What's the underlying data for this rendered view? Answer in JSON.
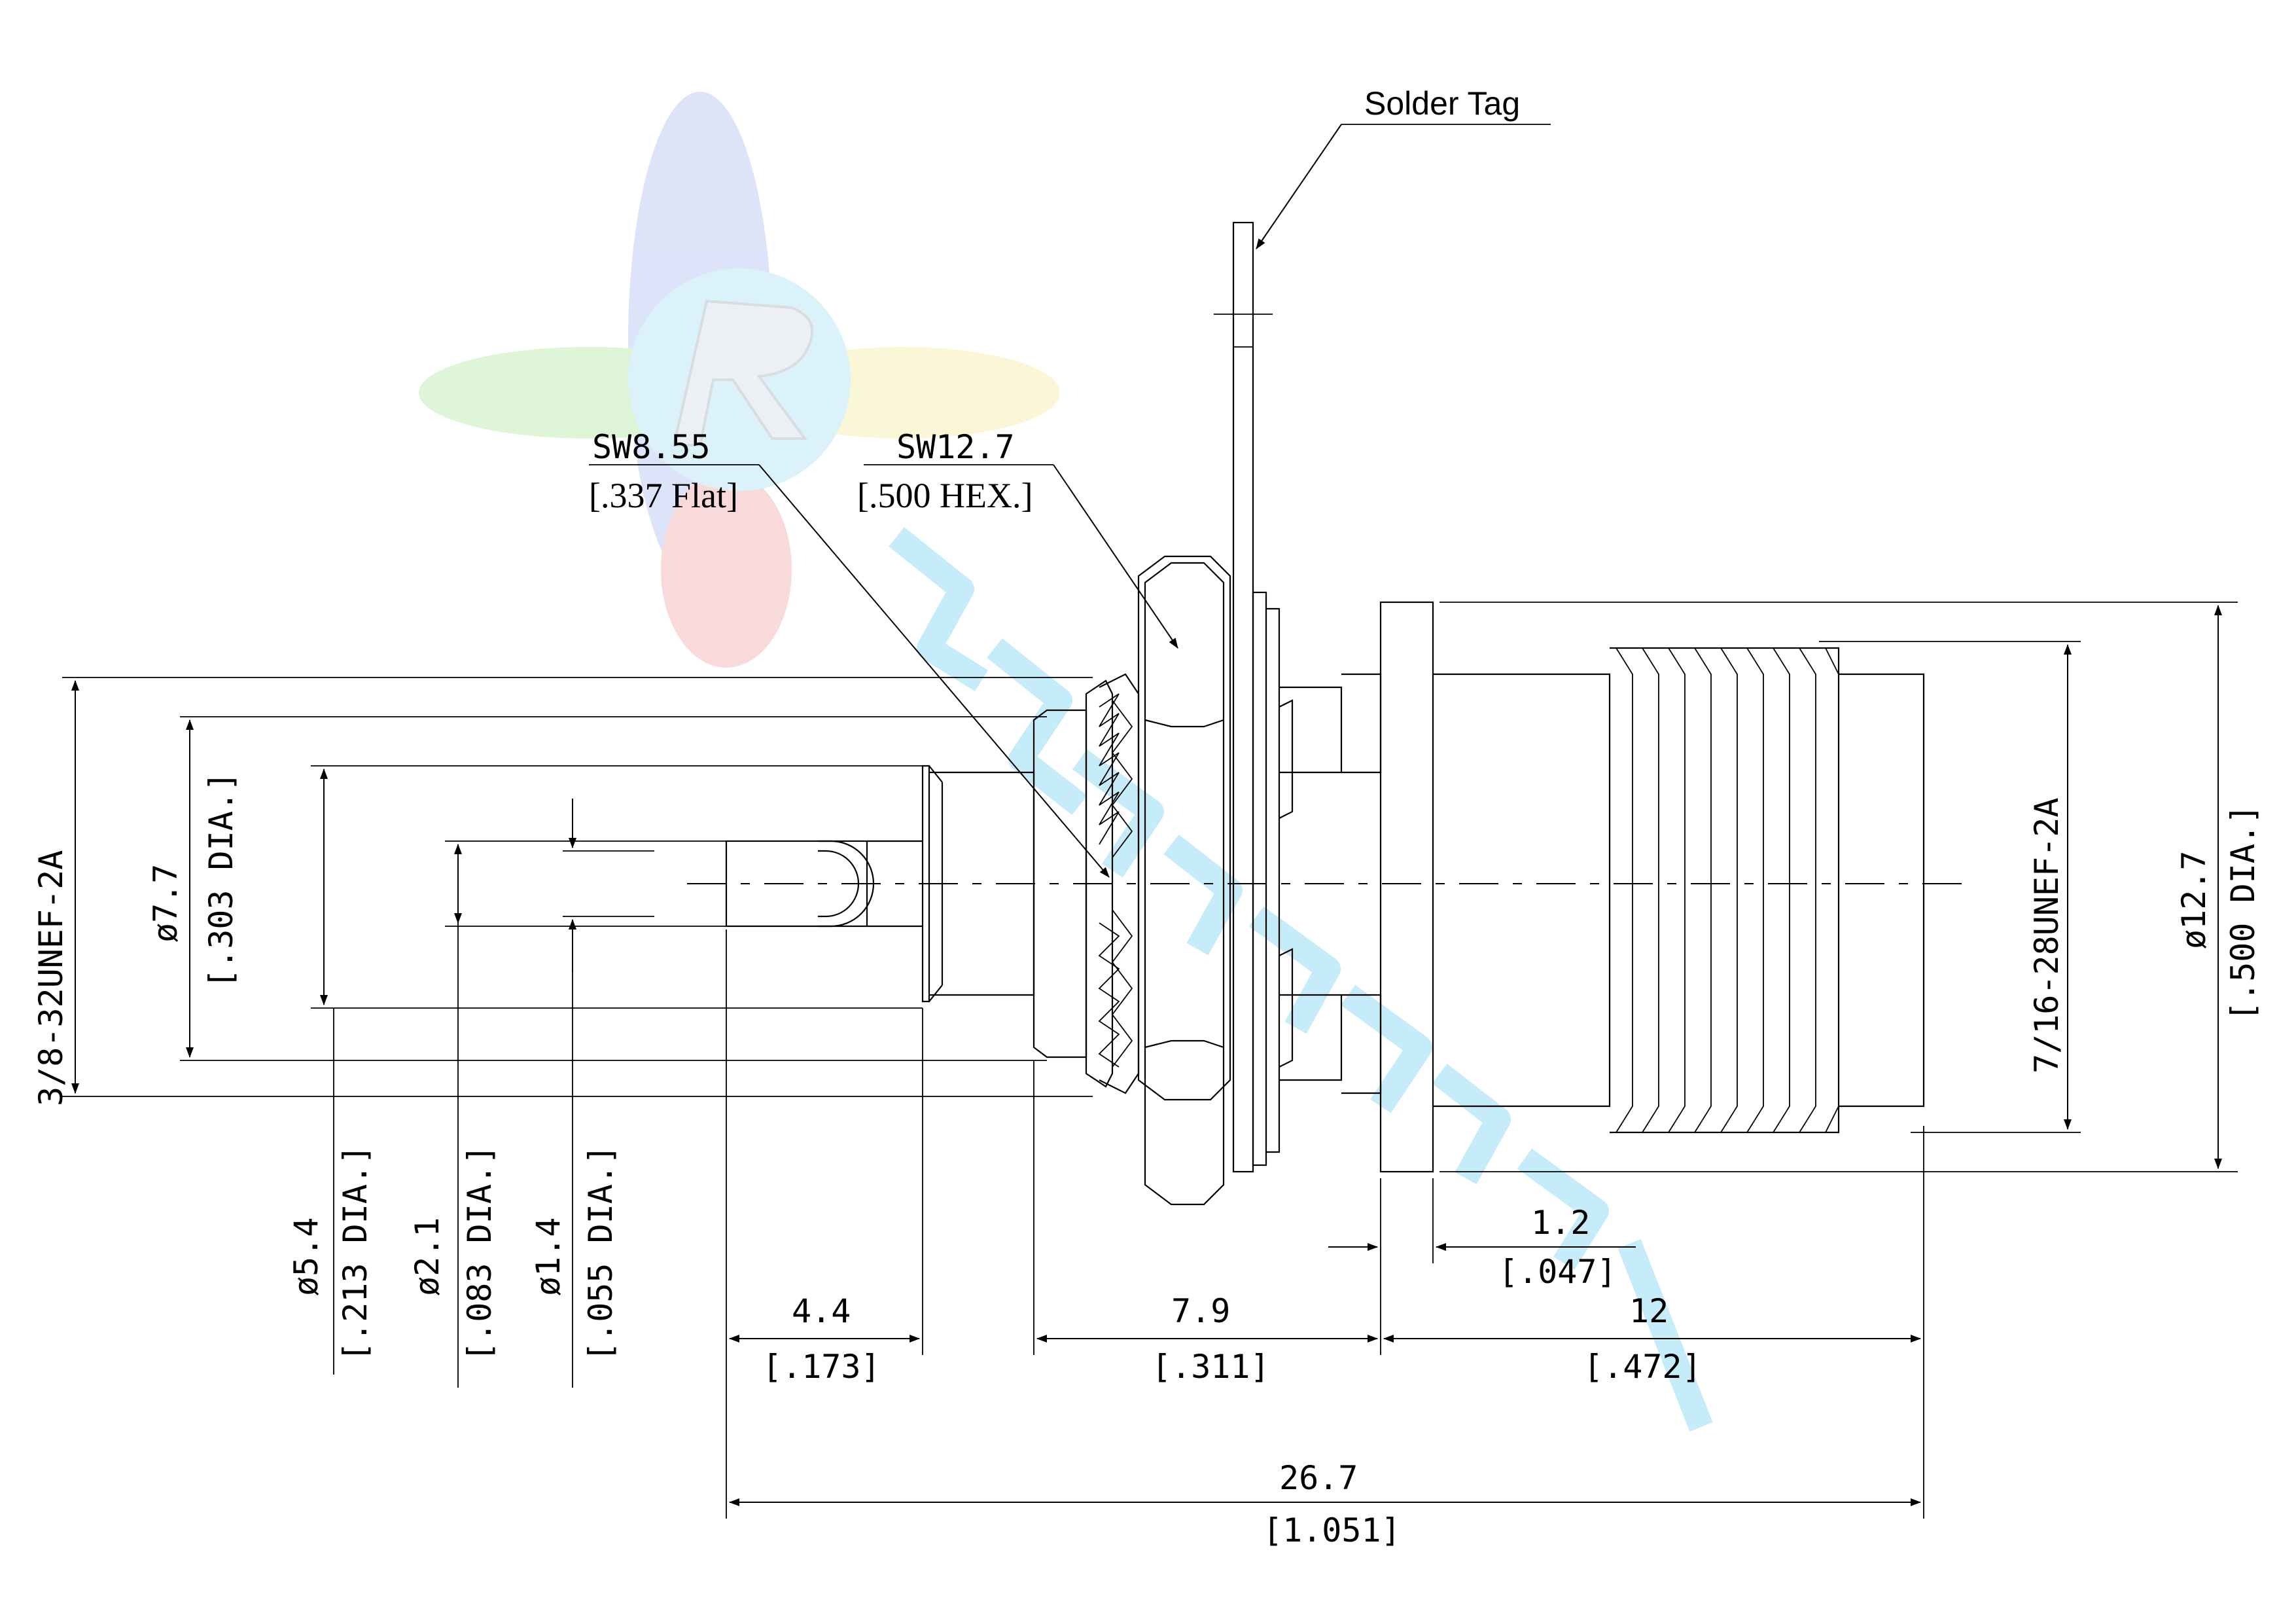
{
  "callouts": {
    "solder_tag": "Solder Tag",
    "sw_flat_value": "SW8.55",
    "sw_flat_inch": "[.337 Flat]",
    "sw_hex_value": "SW12.7",
    "sw_hex_inch": "[.500 HEX.]"
  },
  "dimensions": {
    "rear_thread": "3/8-32UNEF-2A",
    "dia_7_7": "ø7.7",
    "dia_7_7_inch": "[.303 DIA.]",
    "dia_5_4": "ø5.4",
    "dia_5_4_inch": "[.213 DIA.]",
    "dia_2_1": "ø2.1",
    "dia_2_1_inch": "[.083 DIA.]",
    "dia_1_4": "ø1.4",
    "dia_1_4_inch": "[.055 DIA.]",
    "len_4_4": "4.4",
    "len_4_4_inch": "[.173]",
    "len_7_9": "7.9",
    "len_7_9_inch": "[.311]",
    "len_12": "12",
    "len_12_inch": "[.472]",
    "len_1_2": "1.2",
    "len_1_2_inch": "[.047]",
    "len_total": "26.7",
    "len_total_inch": "[1.051]",
    "front_thread": "7/16-28UNEF-2A",
    "dia_12_7": "ø12.7",
    "dia_12_7_inch": "[.500 DIA.]"
  },
  "colors": {
    "line": "#000000",
    "watermark_cyan": "#7fd8f0",
    "watermark_red": "#f2a0a0",
    "watermark_blue": "#a7b4ee",
    "watermark_green": "#a8e29a",
    "watermark_yellow": "#f4ec9a"
  }
}
